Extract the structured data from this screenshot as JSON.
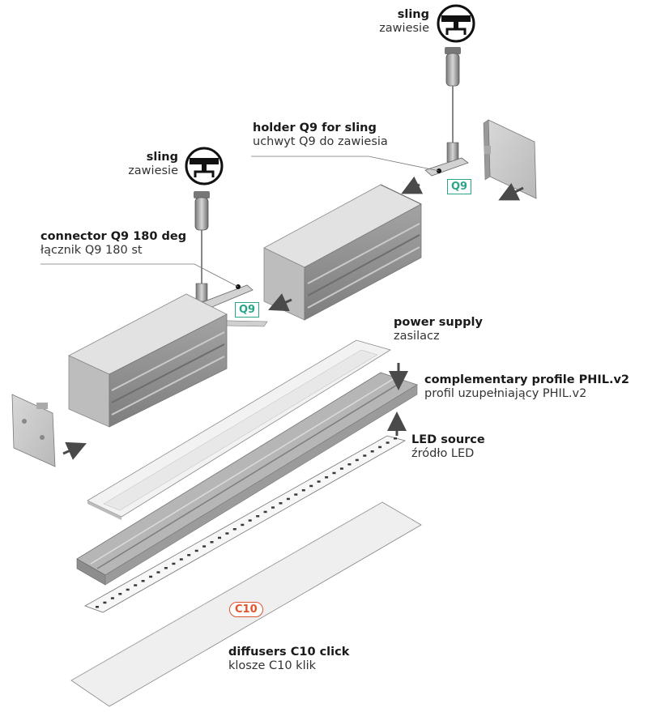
{
  "labels": {
    "sling_top": {
      "en": "sling",
      "pl": "zawiesie"
    },
    "sling_left": {
      "en": "sling",
      "pl": "zawiesie"
    },
    "holder": {
      "en": "holder Q9 for sling",
      "pl": "uchwyt Q9 do zawiesia"
    },
    "connector": {
      "en": "connector Q9 180 deg",
      "pl": "łącznik Q9 180 st"
    },
    "power_supply": {
      "en": "power supply",
      "pl": "zasilacz"
    },
    "complementary": {
      "en": "complementary profile PHIL.v2",
      "pl": "profil uzupełniający PHIL.v2"
    },
    "led_source": {
      "en": "LED source",
      "pl": "źródło LED"
    },
    "diffusers": {
      "en": "diffusers C10 click",
      "pl": "klosze C10 klik"
    }
  },
  "tags": {
    "q9_top": "Q9",
    "q9_left": "Q9",
    "c10": "C10"
  },
  "colors": {
    "profile_face": "#c9c9c9",
    "profile_dark": "#8f8f8f",
    "q9_accent": "#2aa58a",
    "c10_accent": "#e0542a",
    "arrow": "#4a4a4a"
  },
  "icons": [
    "sling-icon",
    "sling-icon"
  ]
}
